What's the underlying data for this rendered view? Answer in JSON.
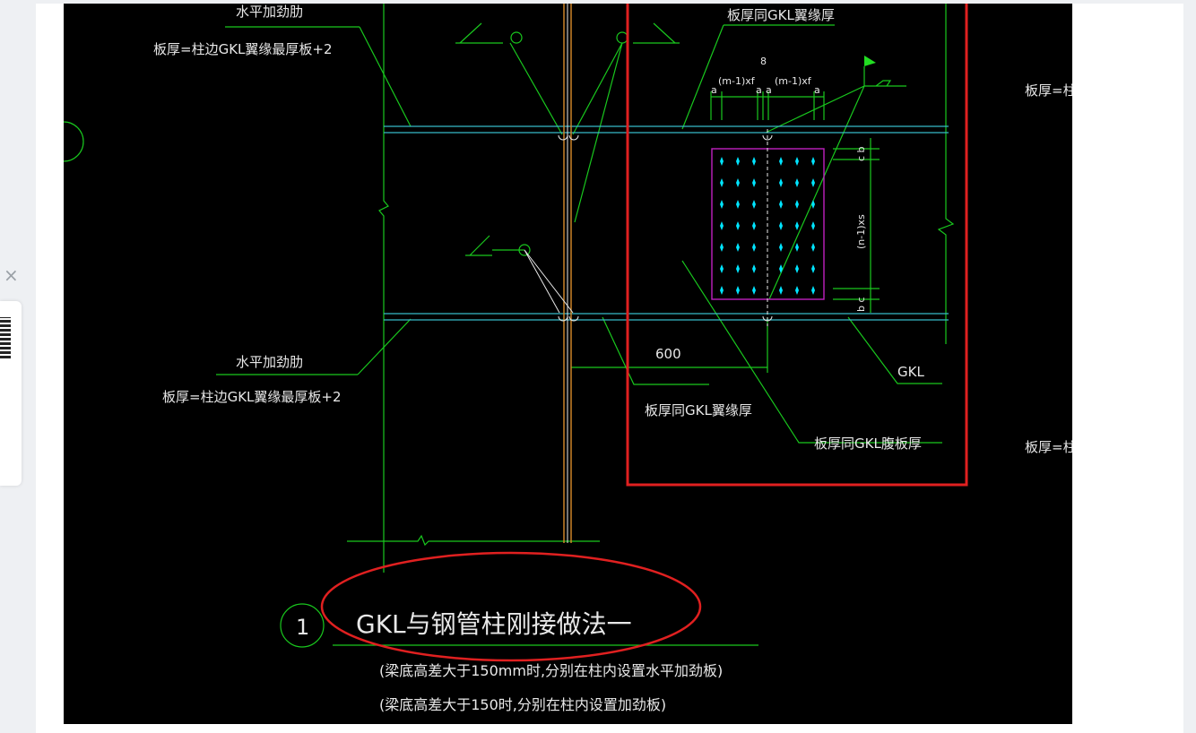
{
  "side_panel": {
    "text": "",
    "link": "",
    "close_glyph": "×"
  },
  "drawing": {
    "label_top_left_1": "水平加劲肋",
    "label_top_left_2": "板厚=柱边GKL翼缘最厚板+2",
    "label_mid_left_1": "水平加劲肋",
    "label_mid_left_2": "板厚=柱边GKL翼缘最厚板+2",
    "label_top_right": "板厚同GKL翼缘厚",
    "label_flange": "板厚同GKL翼缘厚",
    "label_web": "板厚同GKL腹板厚",
    "label_gkl": "GKL",
    "dim_600": "600",
    "dim_8": "8",
    "dim_a1": "a",
    "dim_m1xf_1": "(m-1)xf",
    "dim_a2": "a",
    "dim_a3": "a",
    "dim_m1xf_2": "(m-1)xf",
    "dim_a4": "a",
    "dim_cb": "c b",
    "dim_n1xs": "(n-1)xs",
    "dim_bc": "b c",
    "right_cut_1": "板厚=柱",
    "right_cut_2": "板厚=柱",
    "detail_number": "1",
    "title": "GKL与钢管柱刚接做法一",
    "note_1": "(梁底高差大于150mm时,分别在柱内设置水平加劲板)",
    "note_2": "(梁底高差大于150时,分别在柱内设置加劲板)"
  },
  "colors": {
    "line_green": "#19c81e",
    "text_white": "#e8e8e8",
    "beam_cyan": "#37b9c8",
    "column_orange": "#d98c2a",
    "plate_magenta": "#c020c0",
    "bolt_cyan": "#00e5ff",
    "highlight_red": "#e02020",
    "flag_green": "#22dd22"
  }
}
